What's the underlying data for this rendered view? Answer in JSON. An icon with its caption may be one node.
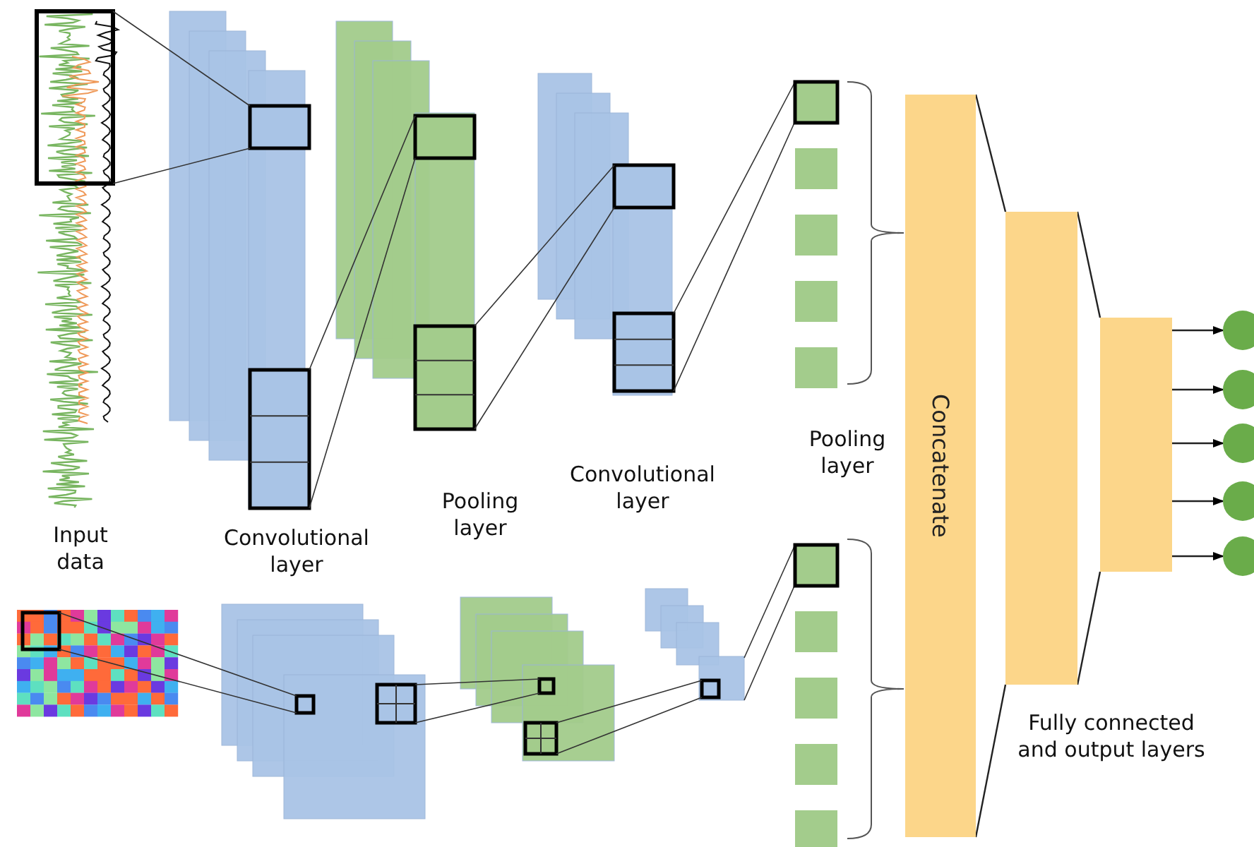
{
  "diagram": {
    "nodes": [
      {
        "text": [
          "Concatenate"
        ]
      },
      {
        "text": [],
        "shape": "box"
      },
      {
        "text": [],
        "shape": "box"
      },
      {
        "text": [],
        "shape": "circle"
      },
      {
        "text": [],
        "shape": "circle"
      },
      {
        "text": [],
        "shape": "circle"
      },
      {
        "text": [],
        "shape": "circle"
      },
      {
        "text": [],
        "shape": "circle"
      }
    ],
    "edges": [
      {
        "from": 0,
        "to": 1,
        "arrow": "none"
      },
      {
        "from": 0,
        "to": 1,
        "arrow": "none"
      },
      {
        "from": 1,
        "to": 2,
        "arrow": "none"
      },
      {
        "from": 1,
        "to": 2,
        "arrow": "none"
      },
      {
        "from": 2,
        "to": 3,
        "arrow": "to"
      },
      {
        "from": 2,
        "to": 4,
        "arrow": "to"
      },
      {
        "from": 2,
        "to": 5,
        "arrow": "to"
      },
      {
        "from": 2,
        "to": 6,
        "arrow": "to"
      },
      {
        "from": 2,
        "to": 7,
        "arrow": "to"
      }
    ],
    "labels": [
      "Input data",
      "Convolutional layer",
      "Pooling layer",
      "Convolutional layer",
      "Pooling layer",
      "Fully connected and output layers"
    ]
  }
}
